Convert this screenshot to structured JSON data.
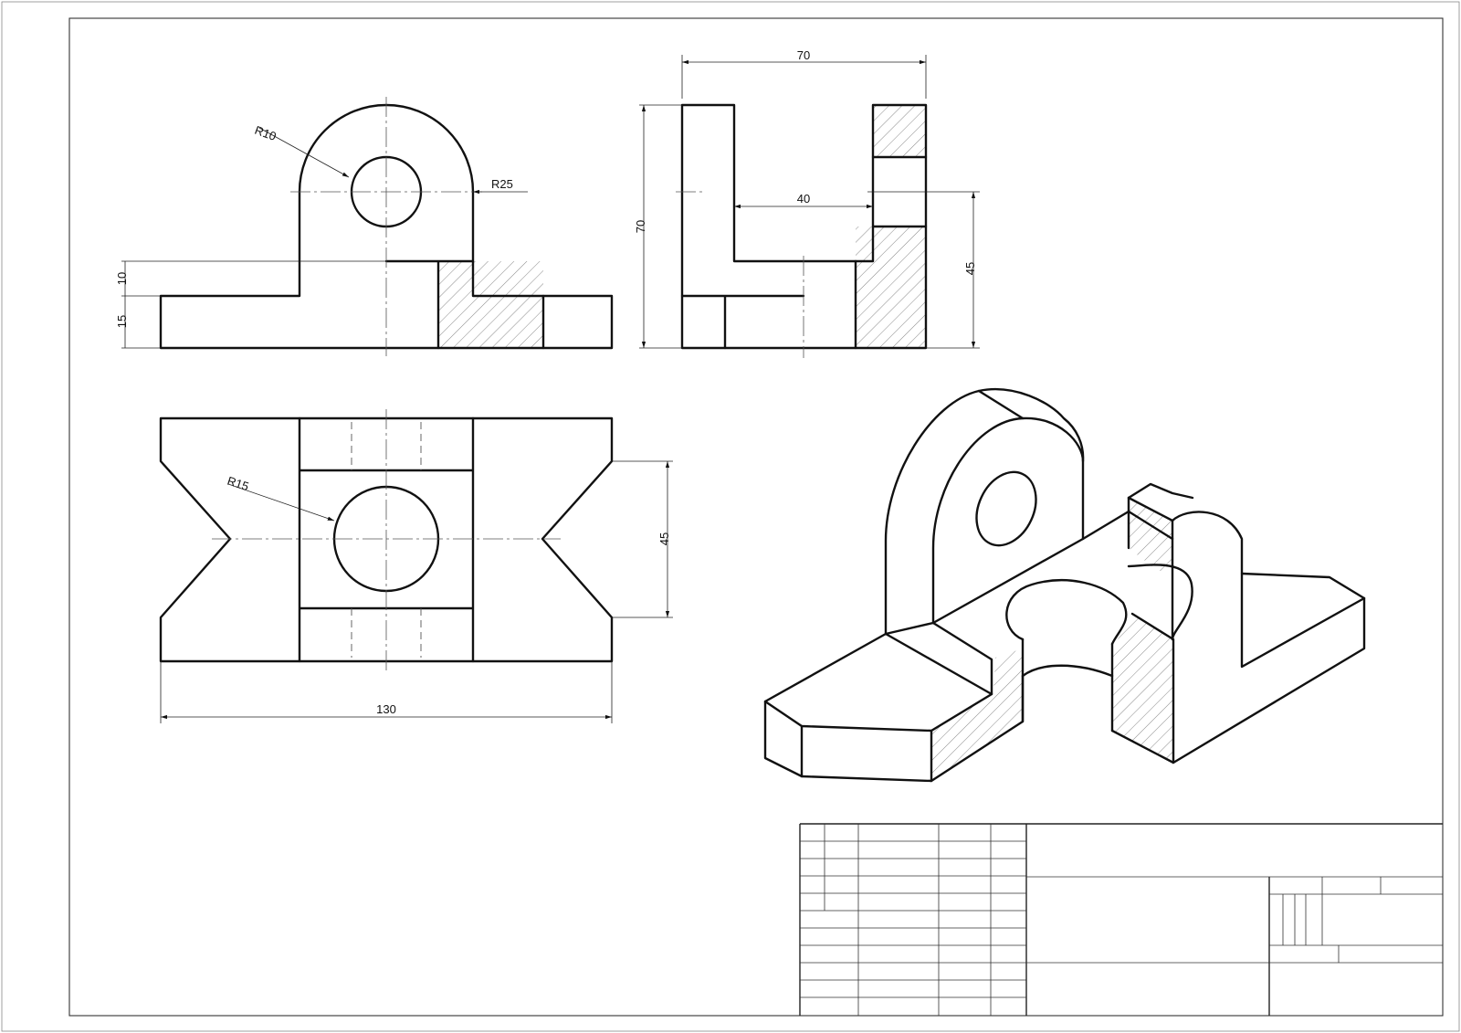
{
  "colors": {
    "line": "#111111",
    "paper": "#ffffff",
    "thin": "#222222"
  },
  "dimensions": {
    "front_radius_hole": "R10",
    "front_radius_boss": "R25",
    "front_height_step": "10",
    "front_height_base": "15",
    "side_width": "70",
    "side_height": "70",
    "side_slot": "40",
    "side_slot_height": "45",
    "top_radius_hole": "R15",
    "top_width_notch": "45",
    "top_length": "130"
  }
}
